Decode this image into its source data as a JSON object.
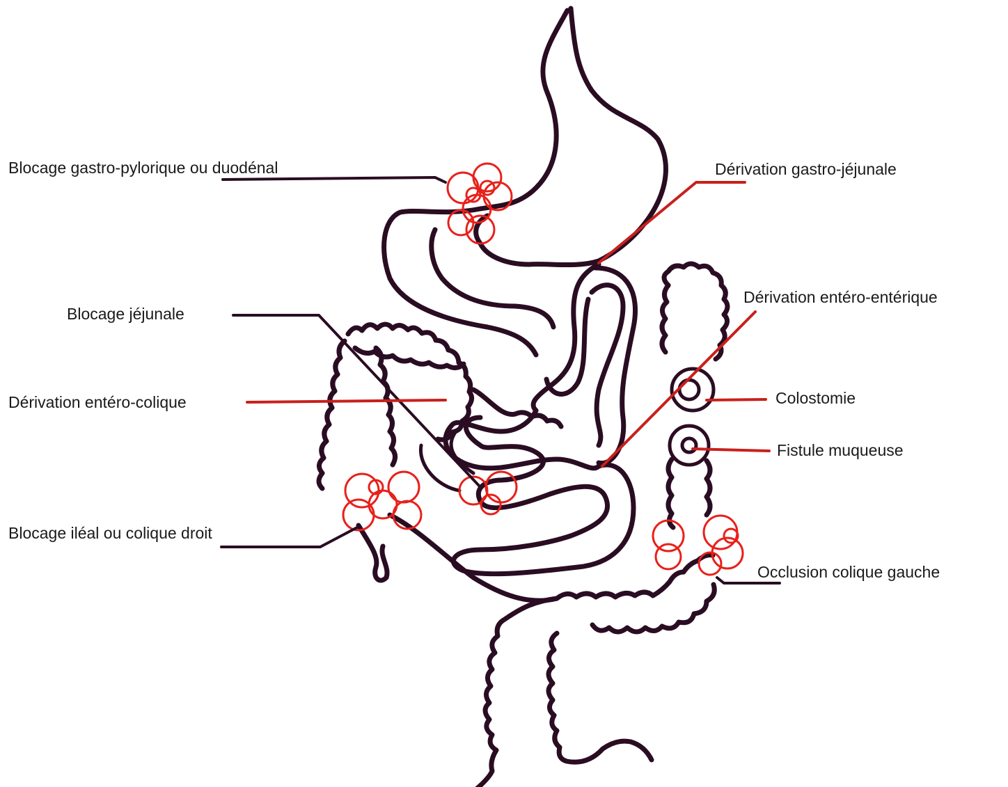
{
  "labels": {
    "gastro_pyloric_block": "Blocage gastro-pylorique ou duodénal",
    "gastro_jejunal_bypass": "Dérivation gastro-jéjunale",
    "jejunal_block": "Blocage jéjunale",
    "entero_enteric_bypass": "Dérivation entéro-entérique",
    "entero_colic_bypass": "Dérivation entéro-colique",
    "colostomy": "Colostomie",
    "mucous_fistula": "Fistule muqueuse",
    "ileal_right_colic_block": "Blocage iléal ou colique droit",
    "left_colic_occlusion": "Occlusion colique gauche"
  },
  "colors": {
    "outline": "#2a0d22",
    "obstruction": "#e8201a",
    "bypass_leader": "#c8201c"
  }
}
